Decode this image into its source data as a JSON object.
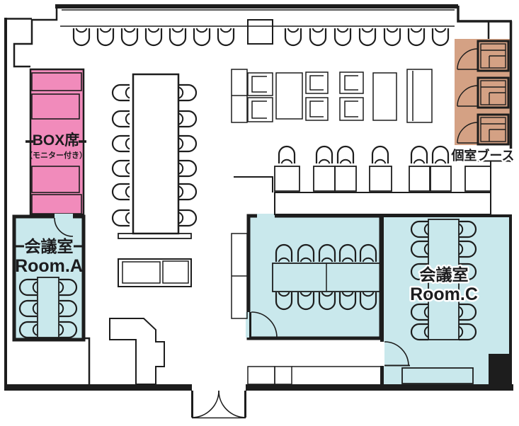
{
  "plan": {
    "title_hint": "office floor plan",
    "box_seat": {
      "title": "BOX席",
      "subtitle": "（モニター付き）"
    },
    "room_a": {
      "type_label": "会議室",
      "name": "Room.A"
    },
    "room_c": {
      "type_label": "会議室",
      "name": "Room.C"
    },
    "booth": {
      "label": "個室ブース"
    }
  },
  "colors": {
    "box_pink": "#F18BBB",
    "room_blue": "#C9E8EC",
    "booth_tan": "#D4A184",
    "wall": "#1D1D1D",
    "text": "#1C1C1E"
  }
}
